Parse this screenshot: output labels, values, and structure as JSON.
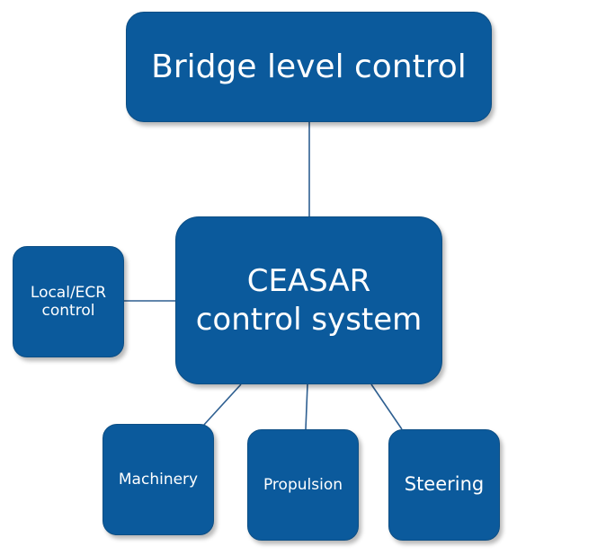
{
  "diagram": {
    "colors": {
      "node_fill": "#0b5a9c",
      "node_border": "#0d4f85",
      "node_text": "#ffffff",
      "connector": "#2e5f91"
    },
    "nodes": {
      "bridge": {
        "label": "Bridge level control"
      },
      "ceasar": {
        "label": "CEASAR\ncontrol system"
      },
      "local": {
        "label": "Local/ECR\ncontrol"
      },
      "machinery": {
        "label": "Machinery"
      },
      "propulsion": {
        "label": "Propulsion"
      },
      "steering": {
        "label": "Steering"
      }
    },
    "edges": [
      {
        "from": "bridge",
        "to": "ceasar"
      },
      {
        "from": "local",
        "to": "ceasar"
      },
      {
        "from": "ceasar",
        "to": "machinery"
      },
      {
        "from": "ceasar",
        "to": "propulsion"
      },
      {
        "from": "ceasar",
        "to": "steering"
      }
    ]
  }
}
